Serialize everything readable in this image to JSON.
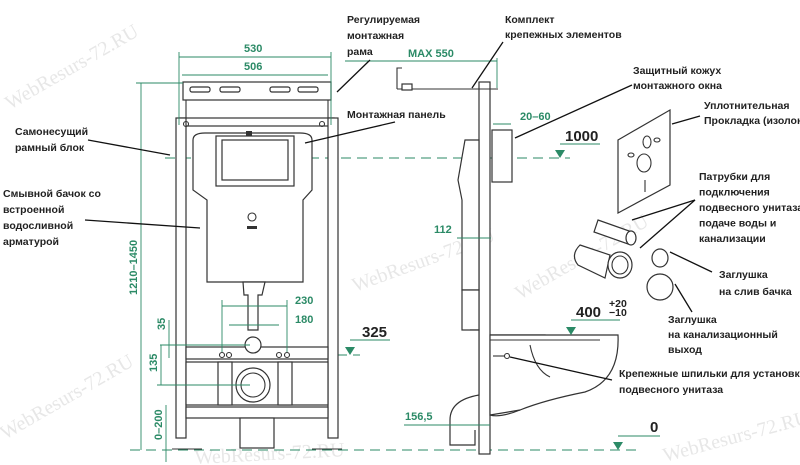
{
  "watermark": "WebResurs-72.RU",
  "colors": {
    "dimension": "#2b8a66",
    "line": "#333333"
  },
  "labels": {
    "adjustable_frame": [
      "Регулируемая",
      "монтажная",
      "рама"
    ],
    "fastener_kit": [
      "Комплект",
      "крепежных элементов"
    ],
    "mounting_panel": "Монтажная панель",
    "protective_cover": [
      "Защитный кожух",
      "монтажного окна"
    ],
    "gasket": [
      "Уплотнительная",
      "Прокладка (изолон)"
    ],
    "self_supporting_frame": [
      "Самонесущий",
      "рамный блок"
    ],
    "cistern": [
      "Смывной бачок со",
      "встроенной",
      "водосливной",
      "арматурой"
    ],
    "pipes": [
      "Патрубки для",
      "подключения",
      "подвесного унитаза к",
      "подаче воды и",
      "канализации"
    ],
    "cistern_plug": [
      "Заглушка",
      "на слив бачка"
    ],
    "sewer_plug": [
      "Заглушка",
      "на канализационный",
      "выход"
    ],
    "studs": [
      "Крепежные шпильки для установки",
      "подвесного унитаза"
    ]
  },
  "dimensions": {
    "width_outer": "530",
    "width_inner": "506",
    "height_range": "1210–1450",
    "d35": "35",
    "d135": "135",
    "feet_range": "0–200",
    "d230": "230",
    "d180": "180",
    "level_325": "325",
    "max_depth": "MAX 550",
    "cover_range": "20–60",
    "level_1000": "1000",
    "d112": "112",
    "level_400": "400",
    "level_400_tol_plus": "+20",
    "level_400_tol_minus": "−10",
    "d156_5": "156,5",
    "level_0": "0"
  }
}
